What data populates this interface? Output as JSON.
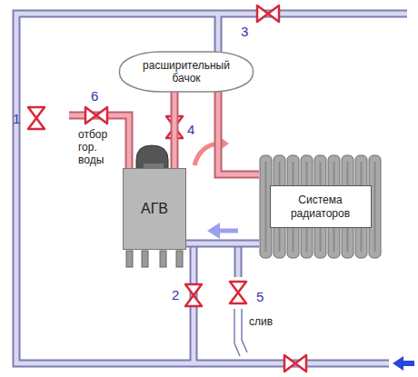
{
  "diagram": {
    "nodes": [
      {
        "text": [
          "расширительный бачок"
        ]
      },
      {
        "text": [
          "АГВ"
        ]
      },
      {
        "text": [
          "Система радиаторов"
        ]
      }
    ],
    "edges": [
      {
        "from": 1,
        "to": 0,
        "arrow": "none"
      },
      {
        "from": 0,
        "to": 2,
        "arrow": "none"
      },
      {
        "from": 2,
        "to": 1,
        "arrow": "none"
      }
    ],
    "labels": [
      "1",
      "2",
      "3",
      "4",
      "5",
      "6",
      "отбор гор. воды",
      "слив"
    ]
  }
}
